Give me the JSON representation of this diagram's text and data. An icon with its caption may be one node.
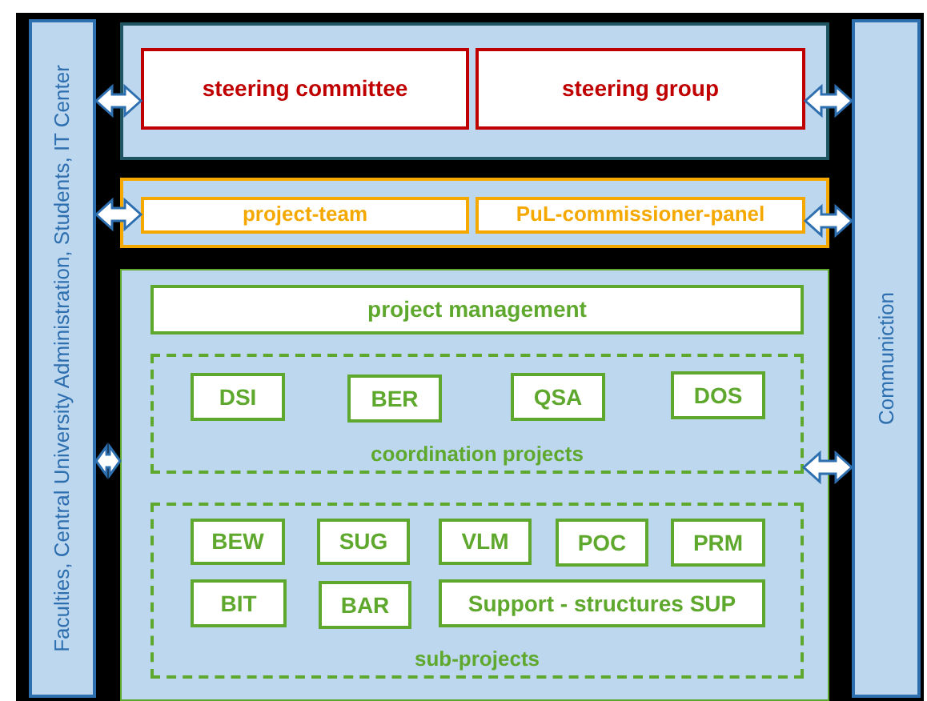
{
  "diagram": {
    "nodes": [
      {
        "text": [
          "Faculties, Central University Administration, Students, IT Center"
        ]
      },
      {
        "text": [],
        "shape": "box"
      },
      {
        "text": [
          "steering committee"
        ],
        "in": 1
      },
      {
        "text": [
          "steering group"
        ],
        "in": 1
      },
      {
        "text": [],
        "shape": "box"
      },
      {
        "text": [
          "project-team"
        ],
        "in": 4
      },
      {
        "text": [
          "PuL-commissioner-panel"
        ],
        "in": 4
      },
      {
        "text": [],
        "shape": "box"
      },
      {
        "text": [
          "project management"
        ],
        "in": 7
      },
      {
        "text": [
          "coordination projects"
        ],
        "in": 7
      },
      {
        "text": [
          "DSI"
        ],
        "in": 9
      },
      {
        "text": [
          "BER"
        ],
        "in": 9
      },
      {
        "text": [
          "QSA"
        ],
        "in": 9
      },
      {
        "text": [
          "DOS"
        ],
        "in": 9
      },
      {
        "text": [
          "sub-projects"
        ],
        "in": 7
      },
      {
        "text": [
          "BEW"
        ],
        "in": 14
      },
      {
        "text": [
          "SUG"
        ],
        "in": 14
      },
      {
        "text": [
          "VLM"
        ],
        "in": 14
      },
      {
        "text": [
          "POC"
        ],
        "in": 14
      },
      {
        "text": [
          "PRM"
        ],
        "in": 14
      },
      {
        "text": [
          "BIT"
        ],
        "in": 14
      },
      {
        "text": [
          "BAR"
        ],
        "in": 14
      },
      {
        "text": [
          "Support - structures SUP"
        ],
        "in": 14
      },
      {
        "text": [
          "Communiction"
        ]
      }
    ],
    "edges": [
      {
        "from": 0,
        "to": 2,
        "arrow": "both"
      },
      {
        "from": 3,
        "to": 23,
        "arrow": "both"
      },
      {
        "from": 0,
        "to": 5,
        "arrow": "both"
      },
      {
        "from": 6,
        "to": 23,
        "arrow": "both"
      },
      {
        "from": 0,
        "to": 7,
        "arrow": "both"
      },
      {
        "from": 9,
        "to": 23,
        "arrow": "both"
      }
    ]
  }
}
